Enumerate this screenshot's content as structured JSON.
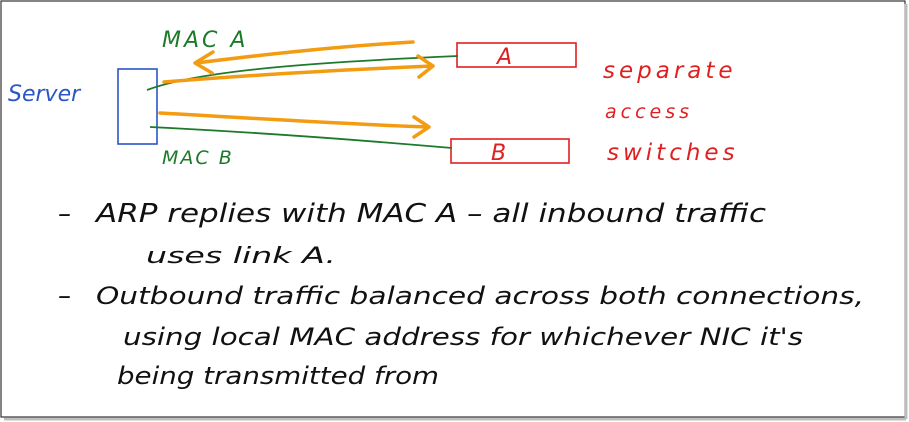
{
  "diagram": {
    "server_label": "Server",
    "mac_a_label": "MAC A",
    "mac_b_label": "MAC B",
    "switch_a_label": "A",
    "switch_b_label": "B",
    "switches_note": [
      "separate",
      "access",
      "switches"
    ],
    "colors": {
      "server": "#2a56c6",
      "mac_link": "#1d7a2a",
      "traffic_arrow": "#f39c12",
      "switch": "#e02020",
      "text": "#111111",
      "frame": "#333333"
    }
  },
  "notes": {
    "bullet_1": {
      "dash": "–",
      "line_1": "ARP replies with MAC A – all inbound traffic",
      "line_2": "uses link A."
    },
    "bullet_2": {
      "dash": "–",
      "line_1": "Outbound traffic balanced across both connections,",
      "line_2": "using local MAC address for whichever NIC it's",
      "line_3": "being transmitted from"
    }
  }
}
